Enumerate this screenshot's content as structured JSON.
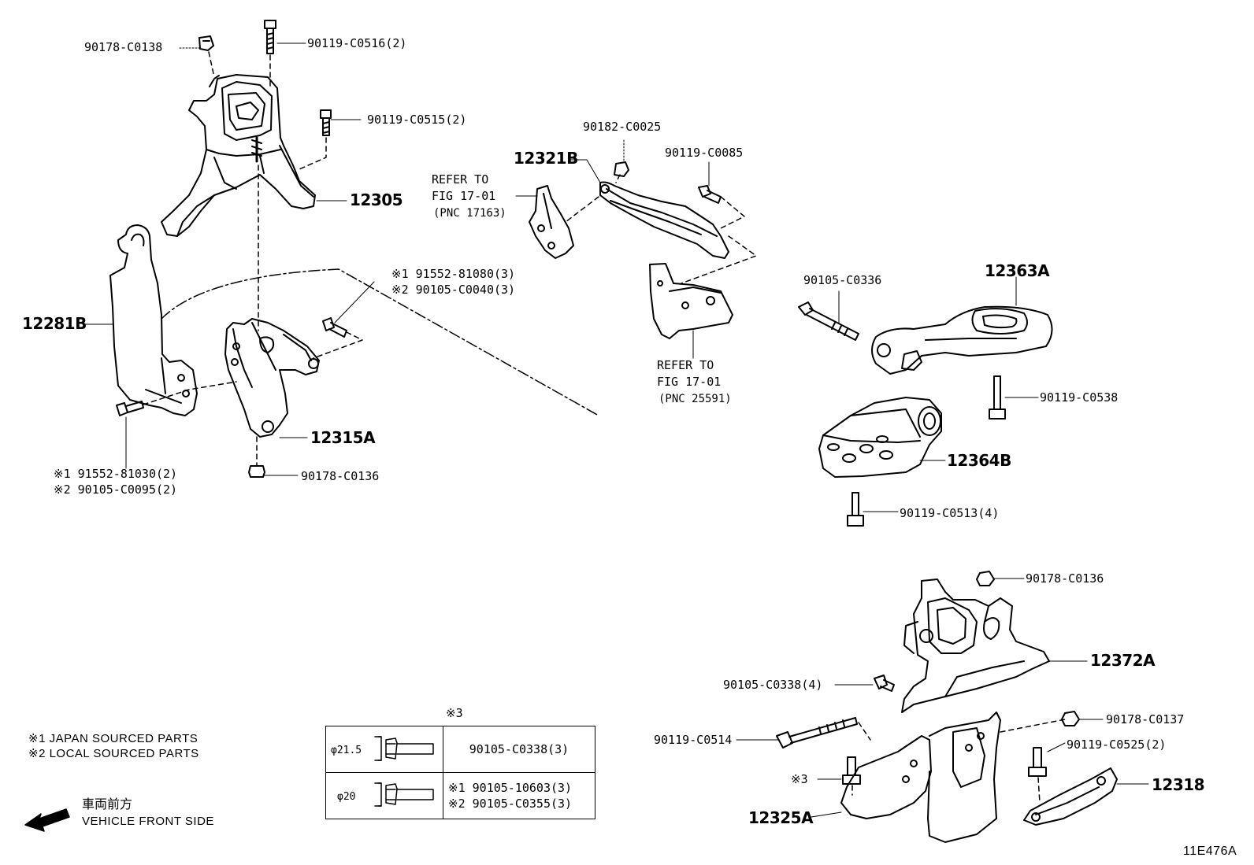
{
  "figure_code": "11E476A",
  "callouts": [
    {
      "id": "90178-C0138-top",
      "text": "90178-C0138"
    },
    {
      "id": "90119-C0516",
      "text": "90119-C0516(2)"
    },
    {
      "id": "90119-C0515",
      "text": "90119-C0515(2)"
    },
    {
      "id": "12305",
      "text": "12305"
    },
    {
      "id": "12281B",
      "text": "12281B"
    },
    {
      "id": "91552-81080",
      "text": "※1 91552-81080(3)"
    },
    {
      "id": "90105-C0040",
      "text": "※2 90105-C0040(3)"
    },
    {
      "id": "12315A",
      "text": "12315A"
    },
    {
      "id": "91552-81030",
      "text": "※1 91552-81030(2)"
    },
    {
      "id": "90105-C0095",
      "text": "※2 90105-C0095(2)"
    },
    {
      "id": "90178-C0136-left",
      "text": "90178-C0136"
    },
    {
      "id": "12321B",
      "text": "12321B"
    },
    {
      "id": "90182-C0025",
      "text": "90182-C0025"
    },
    {
      "id": "90119-C0085",
      "text": "90119-C0085"
    },
    {
      "id": "refer-1-a",
      "text": "REFER TO"
    },
    {
      "id": "refer-1-b",
      "text": "FIG 17-01"
    },
    {
      "id": "refer-1-c",
      "text": "(PNC 17163)"
    },
    {
      "id": "refer-2-a",
      "text": "REFER TO"
    },
    {
      "id": "refer-2-b",
      "text": "FIG 17-01"
    },
    {
      "id": "refer-2-c",
      "text": "(PNC 25591)"
    },
    {
      "id": "90105-C0336",
      "text": "90105-C0336"
    },
    {
      "id": "12363A",
      "text": "12363A"
    },
    {
      "id": "90119-C0538",
      "text": "90119-C0538"
    },
    {
      "id": "12364B",
      "text": "12364B"
    },
    {
      "id": "90119-C0513",
      "text": "90119-C0513(4)"
    },
    {
      "id": "90178-C0136-right",
      "text": "90178-C0136"
    },
    {
      "id": "12372A",
      "text": "12372A"
    },
    {
      "id": "90105-C0338",
      "text": "90105-C0338(4)"
    },
    {
      "id": "90178-C0137",
      "text": "90178-C0137"
    },
    {
      "id": "90119-C0514",
      "text": "90119-C0514"
    },
    {
      "id": "90119-C0525",
      "text": "90119-C0525(2)"
    },
    {
      "id": "note3",
      "text": "※3"
    },
    {
      "id": "12318",
      "text": "12318"
    },
    {
      "id": "12325A",
      "text": "12325A"
    }
  ],
  "legend": {
    "line1": "※1  JAPAN SOURCED PARTS",
    "line2": "※2  LOCAL SOURCED PARTS"
  },
  "direction": {
    "japanese": "車両前方",
    "english": "VEHICLE FRONT SIDE"
  },
  "spec_table": {
    "header": "※3",
    "rows": [
      {
        "diameter": "φ21.5",
        "parts": [
          "90105-C0338(3)"
        ]
      },
      {
        "diameter": "φ20",
        "parts": [
          "※1 90105-10603(3)",
          "※2 90105-C0355(3)"
        ]
      }
    ]
  }
}
